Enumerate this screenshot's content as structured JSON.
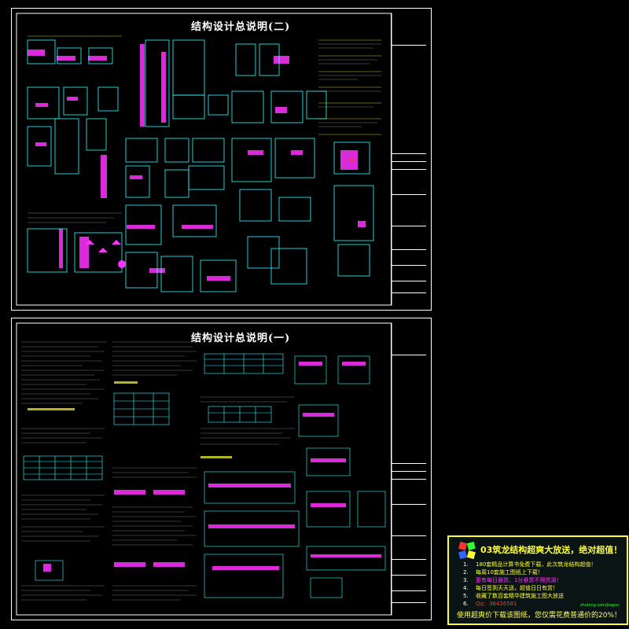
{
  "sheet_top": {
    "title": "结构设计总说明(二)"
  },
  "sheet_bottom": {
    "title": "结构设计总说明(一)"
  },
  "ad": {
    "title": "03筑龙结构超爽大放送，绝对超值！",
    "items": [
      {
        "num": "1.",
        "text": "180套精品计算书免费下载，此次筑龙结构超值！",
        "color": "#ffff33"
      },
      {
        "num": "2.",
        "text": "每周10套施工图纸上下载！",
        "color": "#ffff33"
      },
      {
        "num": "3.",
        "text": "更有每日悬赏、1分悬赏不限资源！",
        "color": "#ff33ff"
      },
      {
        "num": "4.",
        "text": "每日签到天天送，超值日日有赏！",
        "color": "#ffff33"
      },
      {
        "num": "5.",
        "text": "收藏了数百套精华建筑施工图大放送",
        "color": "#ffff33"
      },
      {
        "num": "6.",
        "text": "Qq：38426581",
        "color": "#ff3333"
      }
    ],
    "tiny": "zhulong.com/jiegou",
    "footer": "使用超爽价下载该图纸，您仅需花费普通价的20%！"
  },
  "colors": {
    "line": "#ffffff",
    "magenta": "#ff33ff",
    "cyan": "#33ffff",
    "yellow": "#ffff33",
    "green": "#33ff33",
    "red": "#ff3333"
  }
}
